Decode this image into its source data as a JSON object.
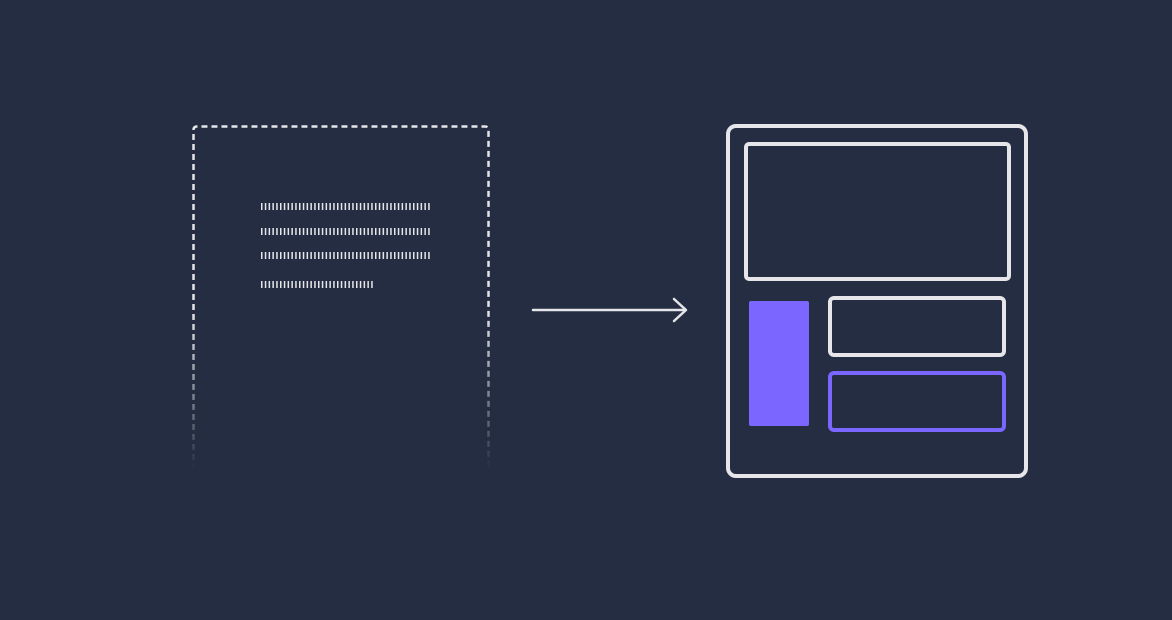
{
  "colors": {
    "background": "#242d42",
    "outline": "#e6e6ea",
    "accent": "#7b66ff"
  },
  "source_page": {
    "icon": "draft-document-icon",
    "text_lines": 4
  },
  "arrow": {
    "icon": "arrow-right-icon"
  },
  "result_layout": {
    "icon": "structured-layout-icon",
    "panels": [
      "header-panel",
      "accent-sidebar-block",
      "content-panel",
      "highlighted-content-panel"
    ]
  }
}
